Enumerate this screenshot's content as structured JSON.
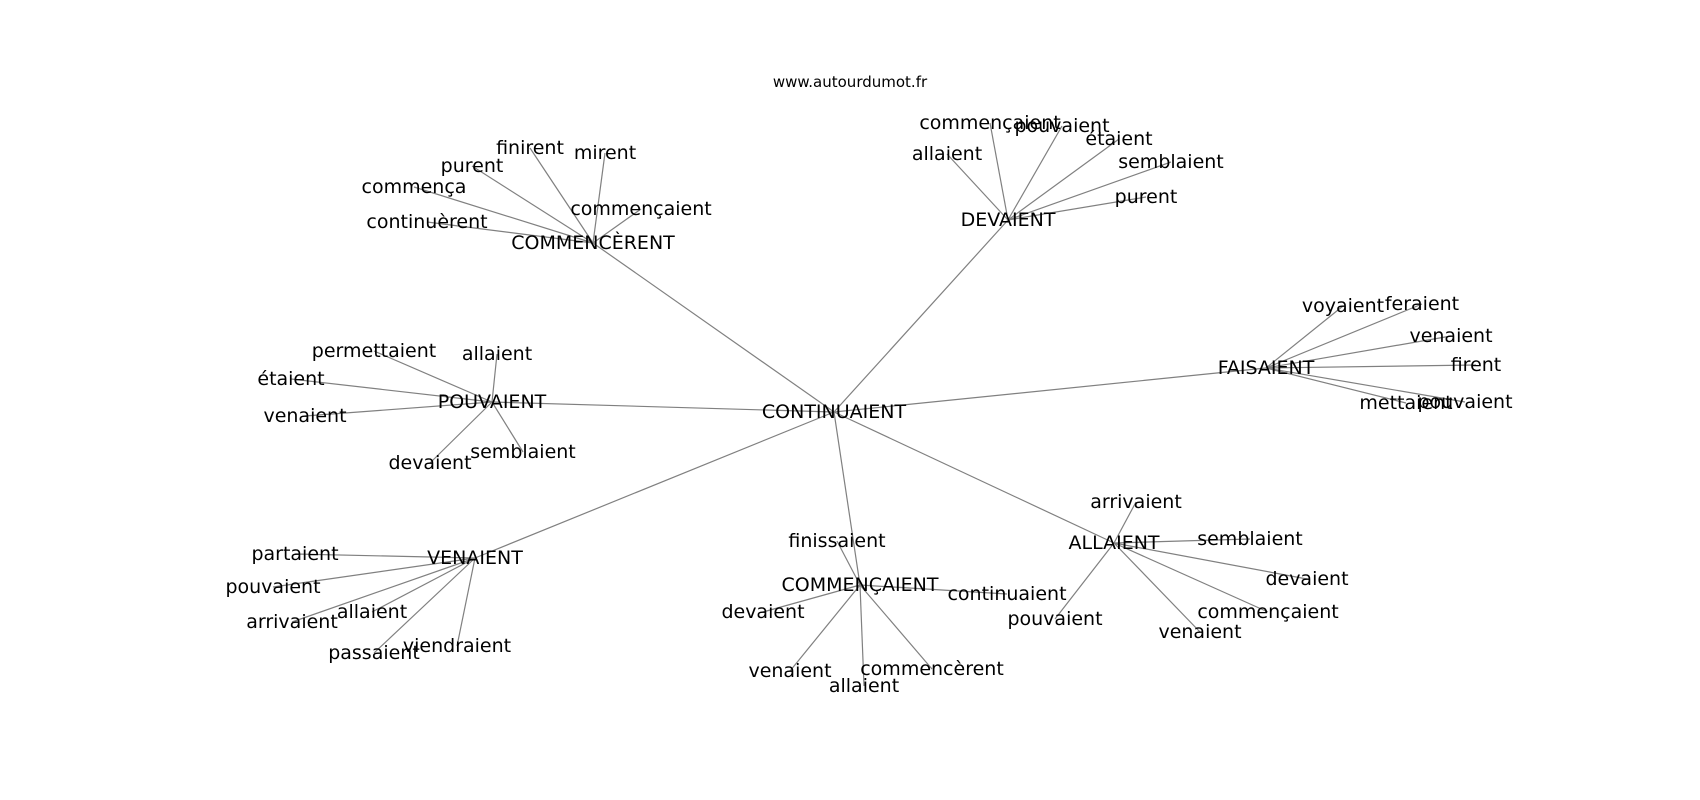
{
  "watermark": "www.autourdumot.fr",
  "graph": {
    "center": "CONTINUAIENT",
    "edge_color": "#808080",
    "text_color": "#000000",
    "hubs": [
      {
        "label": "COMMENCÈRENT",
        "leaves": [
          "finirent",
          "mirent",
          "purent",
          "commença",
          "commençaient",
          "continuèrent"
        ]
      },
      {
        "label": "DEVAIENT",
        "leaves": [
          "commençaient",
          "pouvaient",
          "allaient",
          "étaient",
          "semblaient",
          "purent"
        ]
      },
      {
        "label": "FAISAIENT",
        "leaves": [
          "voyaient",
          "feraient",
          "venaient",
          "firent",
          "mettaient",
          "pouvaient"
        ]
      },
      {
        "label": "POUVAIENT",
        "leaves": [
          "permettaient",
          "allaient",
          "étaient",
          "venaient",
          "devaient",
          "semblaient"
        ]
      },
      {
        "label": "VENAIENT",
        "leaves": [
          "partaient",
          "pouvaient",
          "allaient",
          "arrivaient",
          "passaient",
          "viendraient"
        ]
      },
      {
        "label": "COMMENÇAIENT",
        "leaves": [
          "finissaient",
          "continuaient",
          "devaient",
          "venaient",
          "commencèrent",
          "allaient"
        ]
      },
      {
        "label": "ALLAIENT",
        "leaves": [
          "arrivaient",
          "semblaient",
          "devaient",
          "pouvaient",
          "commençaient",
          "venaient"
        ]
      }
    ]
  }
}
